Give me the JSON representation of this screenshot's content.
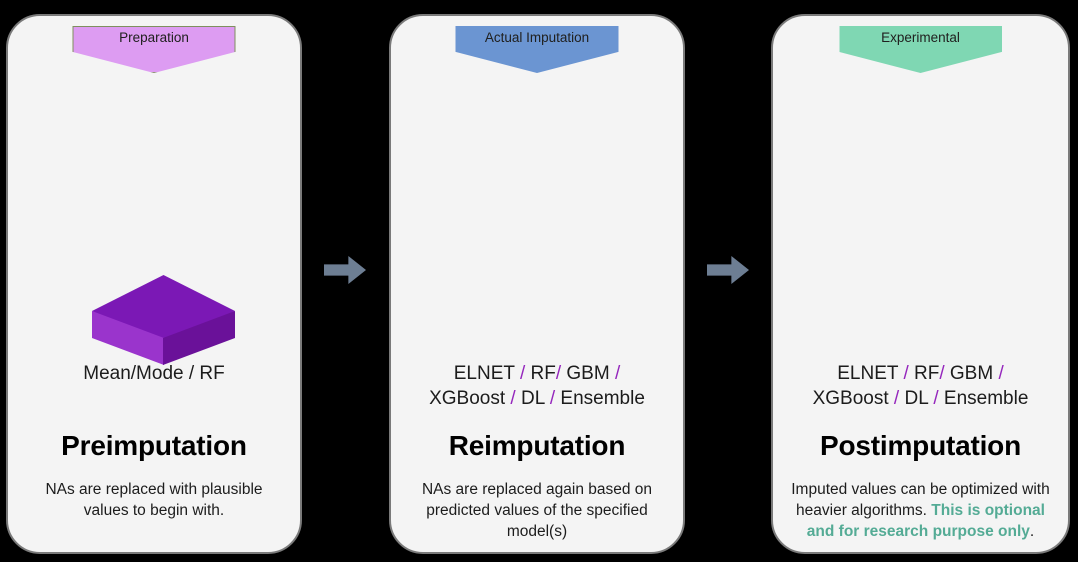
{
  "diagram": {
    "title": "Imputation workflow stages",
    "background_color": "#000000",
    "panel_color": "#f4f4f4",
    "accent_slash_color": "#9527bd",
    "accent_green_color": "#54ab95",
    "arrow_color": "#6d7e93"
  },
  "stages": [
    {
      "banner": "Preparation",
      "banner_color": "#dd9cf2",
      "box": {
        "name": "purple-slab",
        "top_color": "#7b18b5",
        "left_color": "#9a34cc",
        "right_color": "#6a1199"
      },
      "models": [
        {
          "text": "Mean/Mode / RF",
          "type": "text"
        }
      ],
      "heading": "Preimputation",
      "description": [
        {
          "text": "NAs are replaced with plausible values to begin with.",
          "style": "normal"
        }
      ]
    },
    {
      "banner": "Actual Imputation",
      "banner_color": "#6b95d2",
      "box": {
        "name": "steel-blue-cube",
        "top_color": "#3a6c8f",
        "left_color": "#6891b0",
        "right_color": "#2e5c80"
      },
      "models": [
        {
          "text": "ELNET ",
          "type": "text"
        },
        {
          "text": "/",
          "type": "sep"
        },
        {
          "text": " RF",
          "type": "text"
        },
        {
          "text": "/",
          "type": "sep"
        },
        {
          "text": " GBM ",
          "type": "text"
        },
        {
          "text": "/",
          "type": "sep"
        },
        {
          "text": " XGBoost ",
          "type": "text"
        },
        {
          "text": "/",
          "type": "sep"
        },
        {
          "text": " DL ",
          "type": "text"
        },
        {
          "text": "/",
          "type": "sep"
        },
        {
          "text": " Ensemble",
          "type": "text"
        }
      ],
      "heading": "Reimputation",
      "description": [
        {
          "text": "NAs are replaced again based on predicted values of the specified model(s)",
          "style": "normal"
        }
      ]
    },
    {
      "banner": "Experimental",
      "banner_color": "#7fd7b3",
      "box": {
        "name": "stacked-boxes",
        "layers": [
          {
            "name": "periwinkle-slab",
            "top_color": "#7b9ce0",
            "left_color": "#a3bbea",
            "right_color": "#6c8cc6"
          },
          {
            "name": "mint-box",
            "top_color": "#9fe5c8",
            "left_color": "#a8e8cb",
            "right_color": "#77c3a1"
          },
          {
            "name": "teal-box",
            "top_color": "#17a3ad",
            "left_color": "#2bb0bf",
            "right_color": "#0d8b8c"
          }
        ]
      },
      "models": [
        {
          "text": "ELNET ",
          "type": "text"
        },
        {
          "text": "/",
          "type": "sep"
        },
        {
          "text": " RF",
          "type": "text"
        },
        {
          "text": "/",
          "type": "sep"
        },
        {
          "text": " GBM ",
          "type": "text"
        },
        {
          "text": "/",
          "type": "sep"
        },
        {
          "text": " XGBoost ",
          "type": "text"
        },
        {
          "text": "/",
          "type": "sep"
        },
        {
          "text": " DL ",
          "type": "text"
        },
        {
          "text": "/",
          "type": "sep"
        },
        {
          "text": " Ensemble",
          "type": "text"
        }
      ],
      "heading": "Postimputation",
      "description": [
        {
          "text": "Imputed values can be optimized with heavier algorithms. ",
          "style": "normal"
        },
        {
          "text": "This is optional and for research purpose only",
          "style": "accent"
        },
        {
          "text": ".",
          "style": "normal"
        }
      ]
    }
  ]
}
